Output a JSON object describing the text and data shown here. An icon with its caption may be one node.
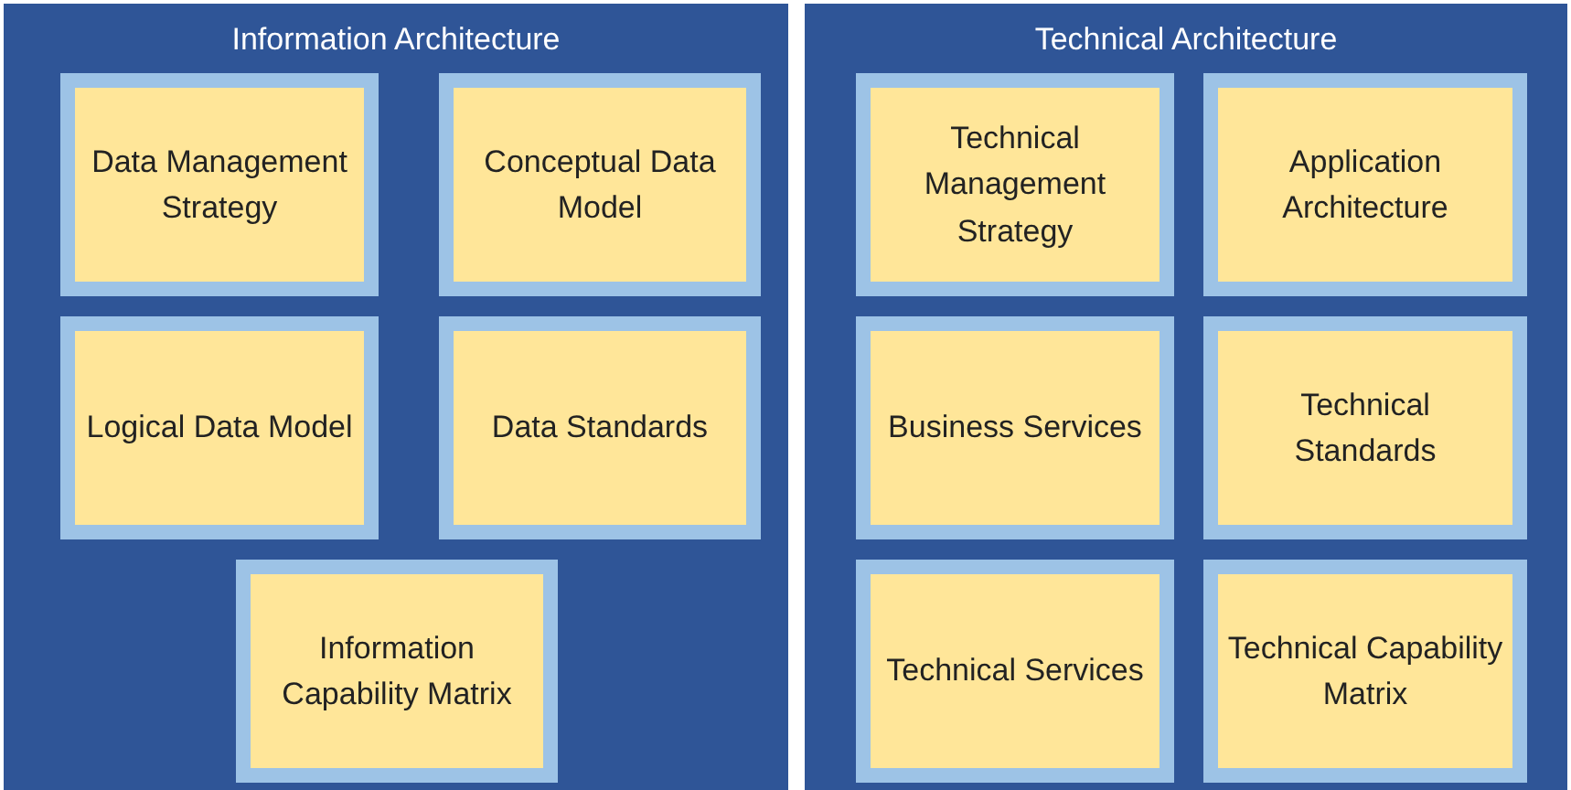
{
  "diagram": {
    "nodes": [
      {
        "text": [
          "Information Architecture"
        ]
      },
      {
        "text": [
          "Data Management Strategy"
        ],
        "in": 0
      },
      {
        "text": [
          "Conceptual Data Model"
        ],
        "in": 0
      },
      {
        "text": [
          "Logical Data Model"
        ],
        "in": 0
      },
      {
        "text": [
          "Data Standards"
        ],
        "in": 0
      },
      {
        "text": [
          "Information Capability Matrix"
        ],
        "in": 0
      },
      {
        "text": [
          "Technical Architecture"
        ]
      },
      {
        "text": [
          "Technical Management Strategy"
        ],
        "in": 6
      },
      {
        "text": [
          "Application Architecture"
        ],
        "in": 6
      },
      {
        "text": [
          "Business Services"
        ],
        "in": 6
      },
      {
        "text": [
          "Technical Standards"
        ],
        "in": 6
      },
      {
        "text": [
          "Technical Services"
        ],
        "in": 6
      },
      {
        "text": [
          "Technical Capability Matrix"
        ],
        "in": 6
      }
    ]
  }
}
